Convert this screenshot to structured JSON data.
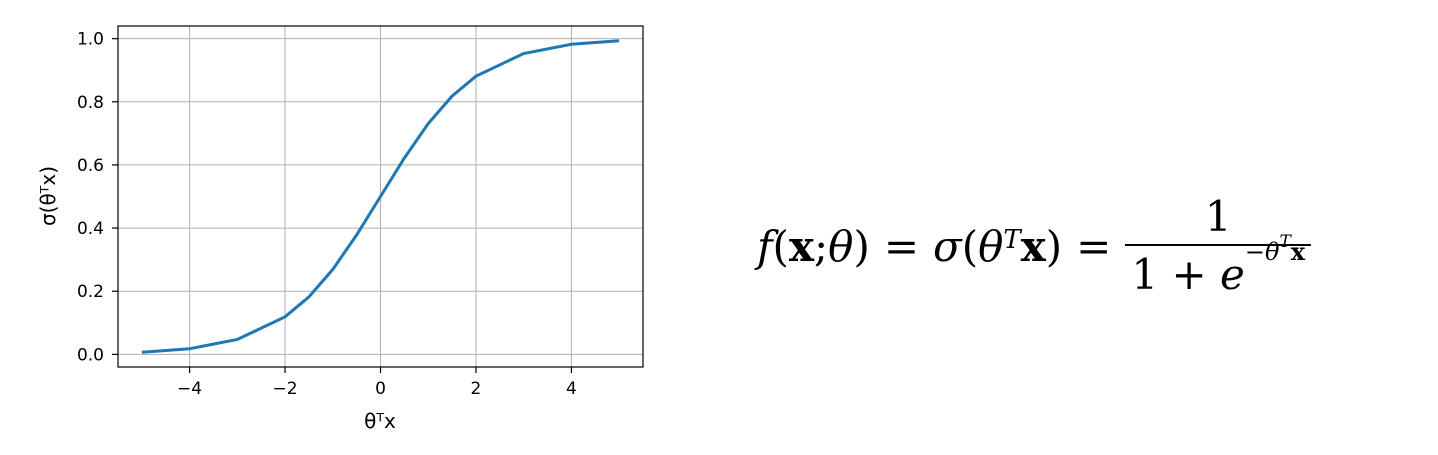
{
  "chart_data": {
    "type": "line",
    "xlabel": "θᵀx",
    "ylabel": "σ(θᵀx)",
    "xlim": [
      -5.5,
      5.5
    ],
    "ylim": [
      -0.04,
      1.04
    ],
    "x_ticks": [
      -4,
      -2,
      0,
      2,
      4
    ],
    "y_ticks": [
      0.0,
      0.2,
      0.4,
      0.6,
      0.8,
      1.0
    ],
    "x_tick_labels": [
      "−4",
      "−2",
      "0",
      "2",
      "4"
    ],
    "y_tick_labels": [
      "0.0",
      "0.2",
      "0.4",
      "0.6",
      "0.8",
      "1.0"
    ],
    "grid": true,
    "series": [
      {
        "color": "#1f77b4",
        "x": [
          -5,
          -4,
          -3,
          -2,
          -1.5,
          -1,
          -0.5,
          0,
          0.5,
          1,
          1.5,
          2,
          3,
          4,
          5
        ],
        "y": [
          0.007,
          0.018,
          0.047,
          0.119,
          0.182,
          0.269,
          0.378,
          0.5,
          0.622,
          0.731,
          0.818,
          0.881,
          0.953,
          0.982,
          0.993
        ]
      }
    ]
  },
  "equation": {
    "lhs_f": "f",
    "lhs_open": "(",
    "lhs_x": "x",
    "lhs_sep": ";",
    "lhs_theta": "θ",
    "lhs_close": ")",
    "eq1": "=",
    "sigma": "σ",
    "open": "(",
    "theta": "θ",
    "sup_T": "T",
    "x": "x",
    "close": ")",
    "eq2": "=",
    "numerator": "1",
    "den_one": "1",
    "den_plus": "+",
    "den_e": "e",
    "den_exp_minus": "−",
    "den_exp_theta": "θ",
    "den_exp_T": "T",
    "den_exp_x": "x"
  }
}
